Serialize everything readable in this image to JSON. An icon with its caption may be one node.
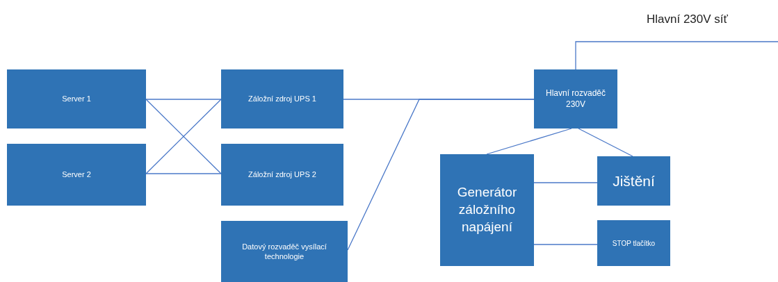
{
  "diagram": {
    "nodes": [
      {
        "text": [
          "Server 1"
        ]
      },
      {
        "text": [
          "Server 2"
        ]
      },
      {
        "text": [
          "Záložní zdroj UPS 1"
        ]
      },
      {
        "text": [
          "Záložní zdroj UPS 2"
        ]
      },
      {
        "text": [
          "Datový rozvaděč vysílací technologie"
        ]
      },
      {
        "text": [
          "Hlavní rozvaděč 230V"
        ]
      },
      {
        "text": [
          "Generátor záložního napájení"
        ]
      },
      {
        "text": [
          "Jištění"
        ]
      },
      {
        "text": [
          "STOP tlačítko"
        ]
      }
    ],
    "edges": [
      {
        "from": 0,
        "to": 2,
        "arrow": "none"
      },
      {
        "from": 0,
        "to": 3,
        "arrow": "none"
      },
      {
        "from": 1,
        "to": 2,
        "arrow": "none"
      },
      {
        "from": 1,
        "to": 3,
        "arrow": "none"
      },
      {
        "from": 2,
        "to": 5,
        "arrow": "none"
      },
      {
        "from": 4,
        "to": 5,
        "arrow": "none"
      },
      {
        "from": 5,
        "to": null,
        "arrow": "none"
      },
      {
        "from": 5,
        "to": 6,
        "arrow": "none"
      },
      {
        "from": 5,
        "to": 7,
        "arrow": "none"
      },
      {
        "from": 6,
        "to": 7,
        "arrow": "none"
      },
      {
        "from": 6,
        "to": 8,
        "arrow": "none"
      }
    ],
    "labels": [
      "Hlavní 230V síť"
    ]
  }
}
